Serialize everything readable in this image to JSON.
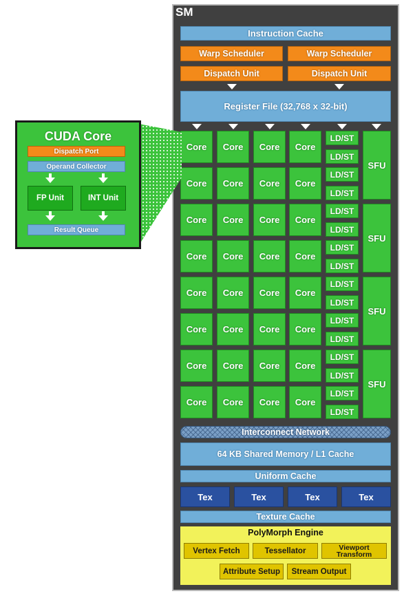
{
  "sm": {
    "title": "SM",
    "instruction_cache": "Instruction Cache",
    "warp_scheduler": "Warp Scheduler",
    "dispatch_unit": "Dispatch Unit",
    "register_file": "Register File (32,768 x 32-bit)",
    "core_label": "Core",
    "ldst_label": "LD/ST",
    "sfu_label": "SFU",
    "interconnect": "Interconnect Network",
    "shared_memory": "64 KB Shared Memory / L1 Cache",
    "uniform_cache": "Uniform Cache",
    "tex_label": "Tex",
    "texture_cache": "Texture Cache",
    "polymorph": {
      "title": "PolyMorph Engine",
      "vertex_fetch": "Vertex Fetch",
      "tessellator": "Tessellator",
      "viewport_transform": "Viewport Transform",
      "attribute_setup": "Attribute Setup",
      "stream_output": "Stream Output"
    }
  },
  "cuda_core": {
    "title": "CUDA Core",
    "dispatch_port": "Dispatch Port",
    "operand_collector": "Operand Collector",
    "fp_unit": "FP Unit",
    "int_unit": "INT Unit",
    "result_queue": "Result Queue"
  },
  "colors": {
    "frame": "#404040",
    "cache_blue": "#70aed8",
    "scheduler_orange": "#f38a1a",
    "core_green": "#3cc33c",
    "tex_blue": "#2a51a0",
    "polymorph_yellow": "#f2f25a",
    "polymorph_unit": "#e0c400"
  }
}
